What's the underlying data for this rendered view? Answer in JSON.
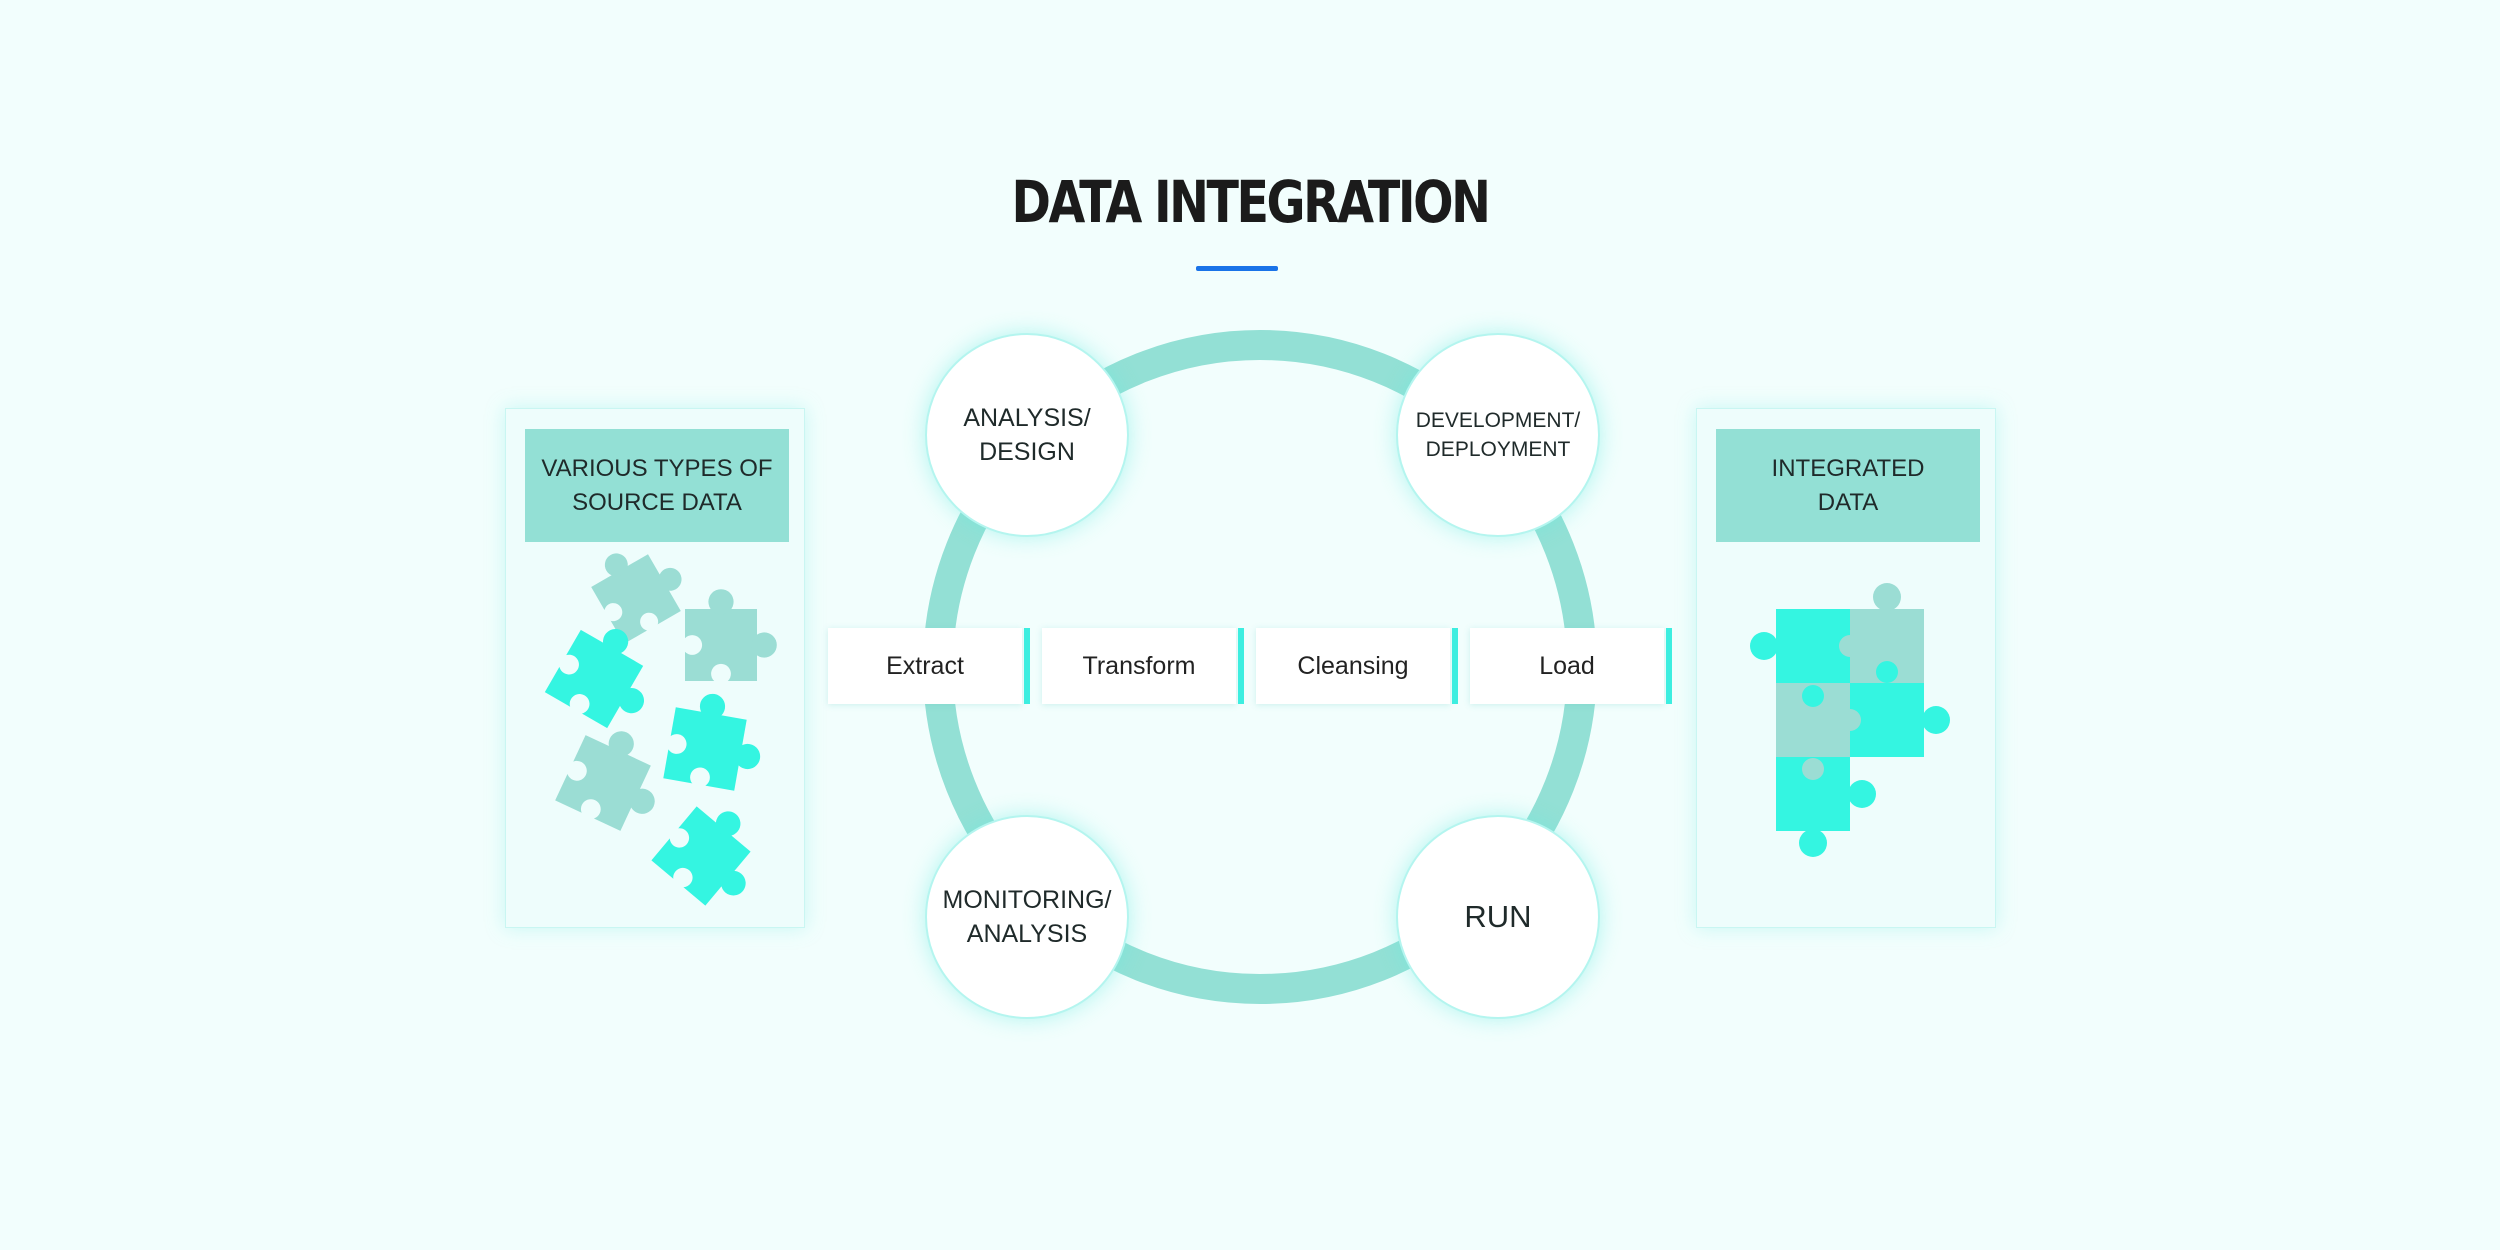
{
  "title": "DATA INTEGRATION",
  "colors": {
    "background": "#f2fefd",
    "accent_blue": "#1a73e8",
    "ring": "#93e0d5",
    "puzzle_cyan": "#34f5e1",
    "puzzle_gray": "#9bddd4",
    "process_accent": "#3deee0"
  },
  "source_panel": {
    "header": "VARIOUS TYPES OF\nSOURCE DATA",
    "icon": "puzzle-pieces-scattered"
  },
  "result_panel": {
    "header": "INTEGRATED\nDATA",
    "icon": "puzzle-pieces-assembled"
  },
  "cycle": {
    "analysis_design": "ANALYSIS/\nDESIGN",
    "development_deployment": "DEVELOPMENT/\nDEPLOYMENT",
    "monitoring_analysis": "MONITORING/\nANALYSIS",
    "run": "RUN"
  },
  "process": {
    "extract": "Extract",
    "transform": "Transform",
    "cleansing": "Cleansing",
    "load": "Load"
  }
}
